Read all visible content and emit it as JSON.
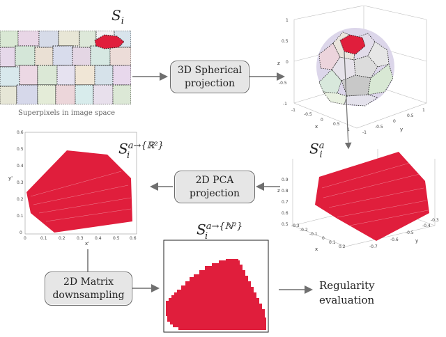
{
  "symbols": {
    "si": {
      "base": "S",
      "sub": "i",
      "sup": ""
    },
    "si_a": {
      "base": "S",
      "sub": "i",
      "sup": "a"
    },
    "si_r2": {
      "base": "S",
      "sub": "i",
      "sup": "a→{ℝ²}"
    },
    "si_n2": {
      "base": "S",
      "sub": "i",
      "sup": "a→{ℕ²}"
    }
  },
  "captions": {
    "superpixels": "Superpixels in image space"
  },
  "steps": {
    "spherical": {
      "line1": "3D Spherical",
      "line2": "projection"
    },
    "pca": {
      "line1": "2D PCA",
      "line2": "projection"
    },
    "downsample": {
      "line1": "2D Matrix",
      "line2": "downsampling"
    },
    "regularity": {
      "line1": "Regularity",
      "line2": "evaluation"
    }
  },
  "sphere_plot": {
    "z_ticks": [
      "1",
      "0.5",
      "0",
      "-0.5",
      "-1"
    ],
    "x_ticks": [
      "-1",
      "-0.5",
      "0",
      "0.5",
      "1"
    ],
    "y_ticks": [
      "1",
      "0.5",
      "0",
      "-0.5",
      "-1"
    ],
    "labels": {
      "x": "x",
      "y": "y",
      "z": "z"
    }
  },
  "plot3d": {
    "z_ticks": [
      "0.9",
      "0.8",
      "0.7",
      "0.6",
      "0.5"
    ],
    "x_ticks": [
      "-0.3",
      "-0.2",
      "-0.1",
      "0",
      "0.1",
      "0.2"
    ],
    "y_ticks": [
      "-0.3",
      "-0.4",
      "-0.5",
      "-0.6",
      "-0.7"
    ],
    "labels": {
      "x": "x",
      "y": "y",
      "z": "z"
    }
  },
  "plot2d": {
    "y_ticks": [
      "0.6",
      "0.5",
      "0.4",
      "0.3",
      "0.2",
      "0.1",
      "0"
    ],
    "x_ticks": [
      "0",
      "0.1",
      "0.2",
      "0.3",
      "0.4",
      "0.5",
      "0.6"
    ],
    "labels": {
      "x": "x'",
      "y": "y'"
    }
  },
  "colors": {
    "shape_red": "#e01e3c",
    "box_fill": "#e6e6e6",
    "arrow": "#6f6f6f"
  }
}
